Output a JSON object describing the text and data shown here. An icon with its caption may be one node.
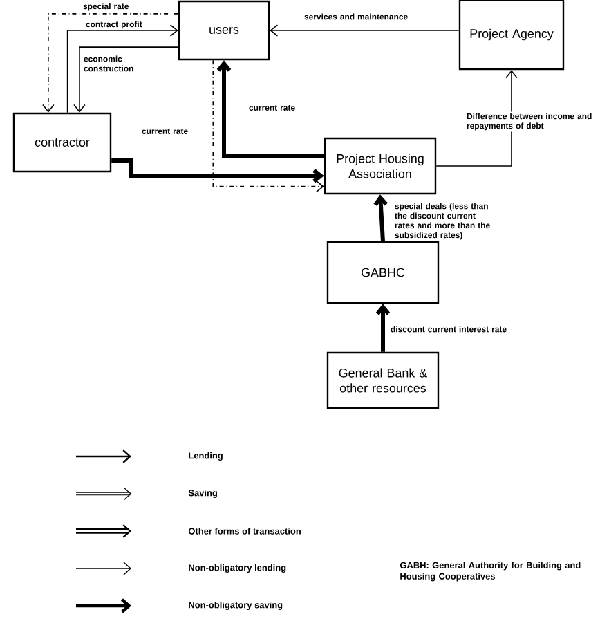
{
  "diagram": {
    "nodes": [
      {
        "text": [
          "users"
        ]
      },
      {
        "text": [
          "Project Agency"
        ]
      },
      {
        "text": [
          "contractor"
        ]
      },
      {
        "text": [
          "Project Housing Association"
        ]
      },
      {
        "text": [
          "GABHC"
        ]
      },
      {
        "text": [
          "General Bank & other resources"
        ]
      }
    ],
    "edges": [
      {
        "from": 0,
        "to": 2,
        "arrow": "to",
        "style": "dashed",
        "label": "special rate"
      },
      {
        "from": 2,
        "to": 0,
        "arrow": "to",
        "label": "contract profit"
      },
      {
        "from": 0,
        "to": 2,
        "arrow": "to",
        "label": "economic construction"
      },
      {
        "from": 1,
        "to": 0,
        "arrow": "to",
        "label": "services and maintenance"
      },
      {
        "from": 3,
        "to": 0,
        "arrow": "to",
        "style": "thick",
        "label": "current rate"
      },
      {
        "from": 0,
        "to": 3,
        "arrow": "to",
        "style": "dashed",
        "label": "current rate"
      },
      {
        "from": 2,
        "to": 3,
        "arrow": "to",
        "style": "thick"
      },
      {
        "from": 3,
        "to": 1,
        "arrow": "to",
        "label": "Difference between income and repayments of debt"
      },
      {
        "from": 4,
        "to": 3,
        "arrow": "to",
        "style": "thick",
        "label": "special deals (less than the discount current rates and more than the subsidized rates)"
      },
      {
        "from": 5,
        "to": 4,
        "arrow": "to",
        "style": "thick",
        "label": "discount current interest rate"
      }
    ],
    "labels": [
      "GABH: General Authority for Building and Housing Cooperatives"
    ],
    "legend": [
      {
        "text": "Lending"
      },
      {
        "text": "Saving"
      },
      {
        "text": "Other forms of transaction"
      },
      {
        "text": "Non-obligatory lending"
      },
      {
        "text": "Non-obligatory saving"
      }
    ]
  }
}
